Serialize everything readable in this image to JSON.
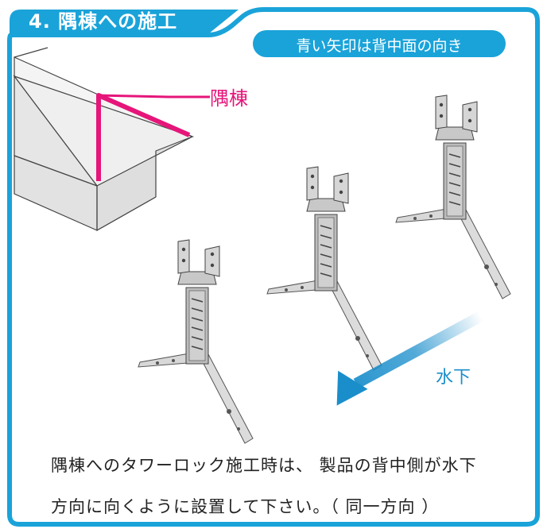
{
  "header": {
    "title": "4. 隅棟への施工"
  },
  "badge": {
    "label": "青い矢印は背中面の向き"
  },
  "illustration": {
    "ridge_label": "隅棟",
    "downhill_label": "水下",
    "colors": {
      "frame": "#1aa3d9",
      "ridge": "#e6157a",
      "arrow": "#1a8ecb"
    }
  },
  "caption": {
    "line1": "隅棟へのタワーロック施工時は、 製品の背中側が水下",
    "line2": "方向に向くように設置して下さい。（ 同一方向 ）"
  }
}
